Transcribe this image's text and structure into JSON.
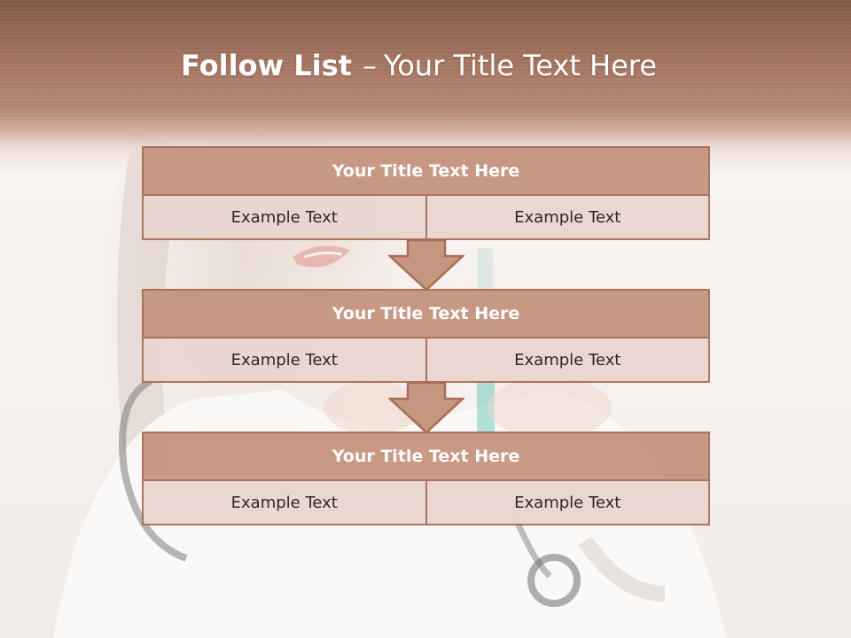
{
  "slide": {
    "title_bold": "Follow List",
    "title_separator": "–",
    "title_rest": "Your Title Text Here"
  },
  "steps": [
    {
      "title": "Your Title Text Here",
      "cells": [
        "Example Text",
        "Example Text"
      ]
    },
    {
      "title": "Your Title Text Here",
      "cells": [
        "Example Text",
        "Example Text"
      ]
    },
    {
      "title": "Your Title Text Here",
      "cells": [
        "Example Text",
        "Example Text"
      ]
    }
  ],
  "colors": {
    "header": "#a87864",
    "block_title": "#c69681",
    "block_cell": "#ead6d0",
    "border": "#a86e57"
  }
}
